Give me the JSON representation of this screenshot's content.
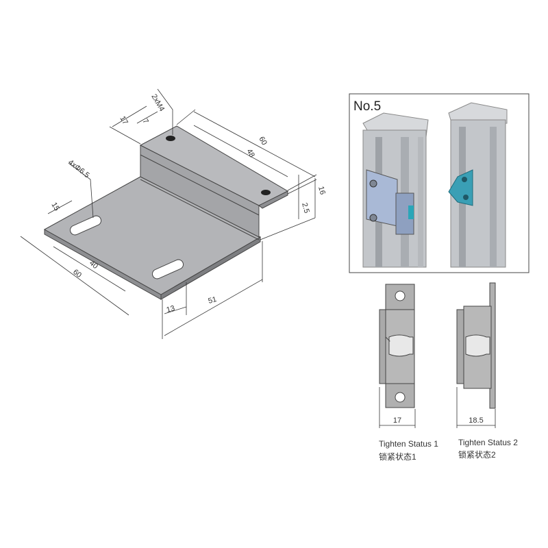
{
  "bracket": {
    "dims": {
      "tapped_holes": "2xM4",
      "flange_width": "17",
      "hole_offset": "7",
      "flange_length": "60",
      "hole_spacing": "48",
      "height": "16",
      "thickness": "2.5",
      "slots": "4xΦ6.5",
      "slot_width": "15",
      "slot_spacing": "40",
      "plate_length": "60",
      "slot_offset": "13",
      "plate_depth": "51"
    }
  },
  "photo": {
    "label": "No.5"
  },
  "status1": {
    "dim": "17",
    "caption_en": "Tighten Status 1",
    "caption_cn": "锁紧状态1"
  },
  "status2": {
    "dim": "18.5",
    "caption_en": "Tighten Status 2",
    "caption_cn": "锁紧状态2"
  }
}
